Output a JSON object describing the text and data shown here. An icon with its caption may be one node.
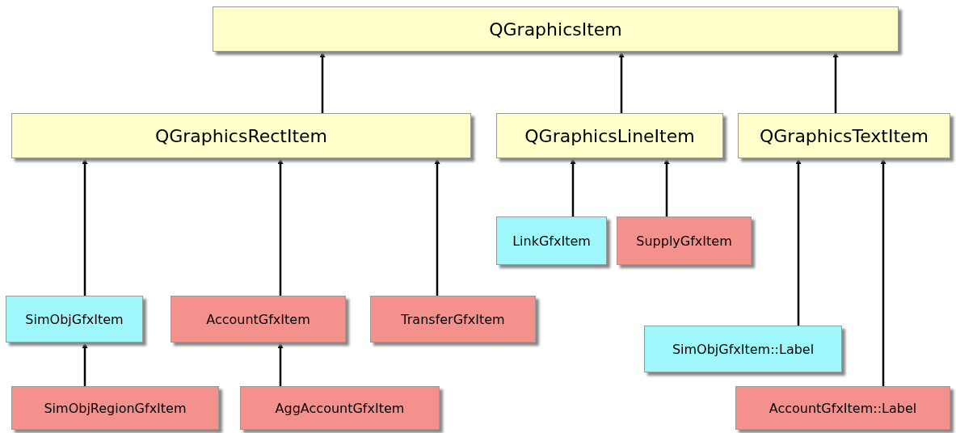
{
  "diagram": {
    "nodes": [
      {
        "text": [
          "QGraphicsItem"
        ]
      },
      {
        "text": [
          "QGraphicsRectItem"
        ]
      },
      {
        "text": [
          "QGraphicsLineItem"
        ]
      },
      {
        "text": [
          "QGraphicsTextItem"
        ]
      },
      {
        "text": [
          "LinkGfxItem"
        ]
      },
      {
        "text": [
          "SupplyGfxItem"
        ]
      },
      {
        "text": [
          "SimObjGfxItem"
        ]
      },
      {
        "text": [
          "AccountGfxItem"
        ]
      },
      {
        "text": [
          "TransferGfxItem"
        ]
      },
      {
        "text": [
          "SimObjGfxItem::Label"
        ]
      },
      {
        "text": [
          "SimObjRegionGfxItem"
        ]
      },
      {
        "text": [
          "AggAccountGfxItem"
        ]
      },
      {
        "text": [
          "AccountGfxItem::Label"
        ]
      }
    ],
    "edges": [
      {
        "from": 1,
        "to": 0,
        "arrow": "to"
      },
      {
        "from": 2,
        "to": 0,
        "arrow": "to"
      },
      {
        "from": 3,
        "to": 0,
        "arrow": "to"
      },
      {
        "from": 6,
        "to": 1,
        "arrow": "to"
      },
      {
        "from": 7,
        "to": 1,
        "arrow": "to"
      },
      {
        "from": 8,
        "to": 1,
        "arrow": "to"
      },
      {
        "from": 4,
        "to": 2,
        "arrow": "to"
      },
      {
        "from": 5,
        "to": 2,
        "arrow": "to"
      },
      {
        "from": 9,
        "to": 3,
        "arrow": "to"
      },
      {
        "from": 12,
        "to": 3,
        "arrow": "to"
      },
      {
        "from": 10,
        "to": 6,
        "arrow": "to"
      },
      {
        "from": 11,
        "to": 7,
        "arrow": "to"
      }
    ]
  }
}
